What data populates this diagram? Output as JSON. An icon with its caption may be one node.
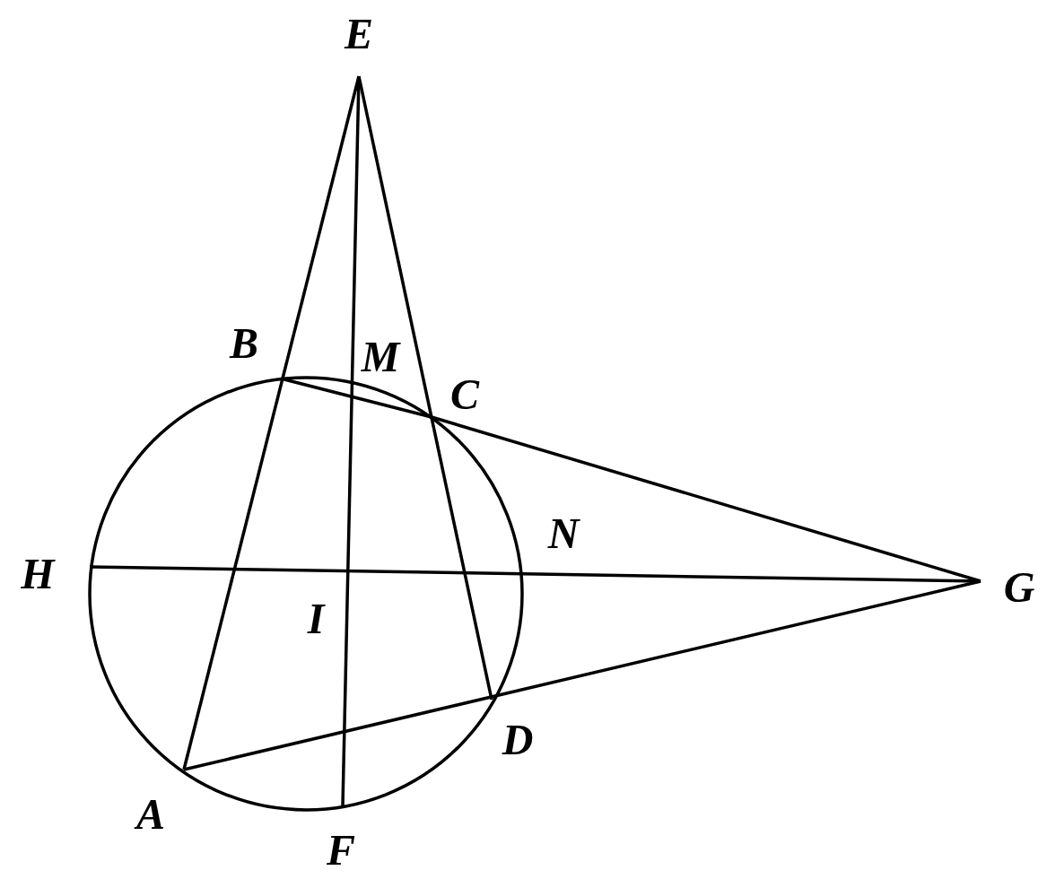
{
  "diagram": {
    "labels": [
      "E",
      "B",
      "M",
      "C",
      "N",
      "H",
      "G",
      "I",
      "D",
      "A",
      "F"
    ]
  }
}
